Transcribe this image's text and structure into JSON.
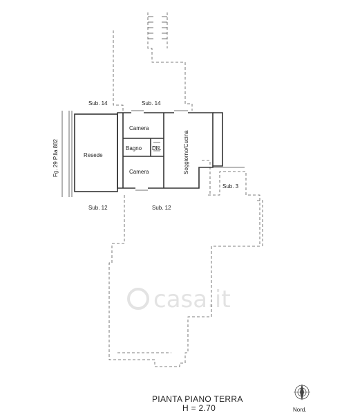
{
  "labels": {
    "sub14_left": "Sub. 14",
    "sub14_right": "Sub. 14",
    "sub12_left": "Sub. 12",
    "sub12_right": "Sub. 12",
    "sub3": "Sub. 3",
    "parcel": "Fg. 29 P.lla 882"
  },
  "rooms": {
    "resede": "Resede",
    "camera_top": "Camera",
    "bagno": "Bagno",
    "dis": "Dis.",
    "camera_bottom": "Camera",
    "soggiorno": "Soggiorno/Cucina"
  },
  "watermark": "casa.it",
  "title": "PIANTA PIANO TERRA",
  "height_note": "H = 2.70",
  "north_label": "Nord."
}
